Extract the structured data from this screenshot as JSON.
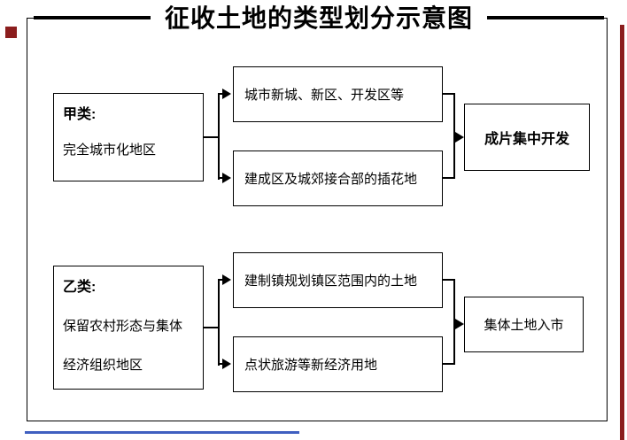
{
  "title": "征收土地的类型划分示意图",
  "colors": {
    "accent_red": "#8b1d1d",
    "accent_blue": "#3f5fc0",
    "line": "#000000"
  },
  "groups": [
    {
      "source_heading": "甲类:",
      "source_line1": "完全城市化地区",
      "middle_top": "城市新城、新区、开发区等",
      "middle_bottom": "建成区及城郊接合部的插花地",
      "result": "成片集中开发"
    },
    {
      "source_heading": "乙类:",
      "source_line1": "保留农村形态与集体",
      "source_line2": "经济组织地区",
      "middle_top": "建制镇规划镇区范围内的土地",
      "middle_bottom": "点状旅游等新经济用地",
      "result": "集体土地入市"
    }
  ]
}
